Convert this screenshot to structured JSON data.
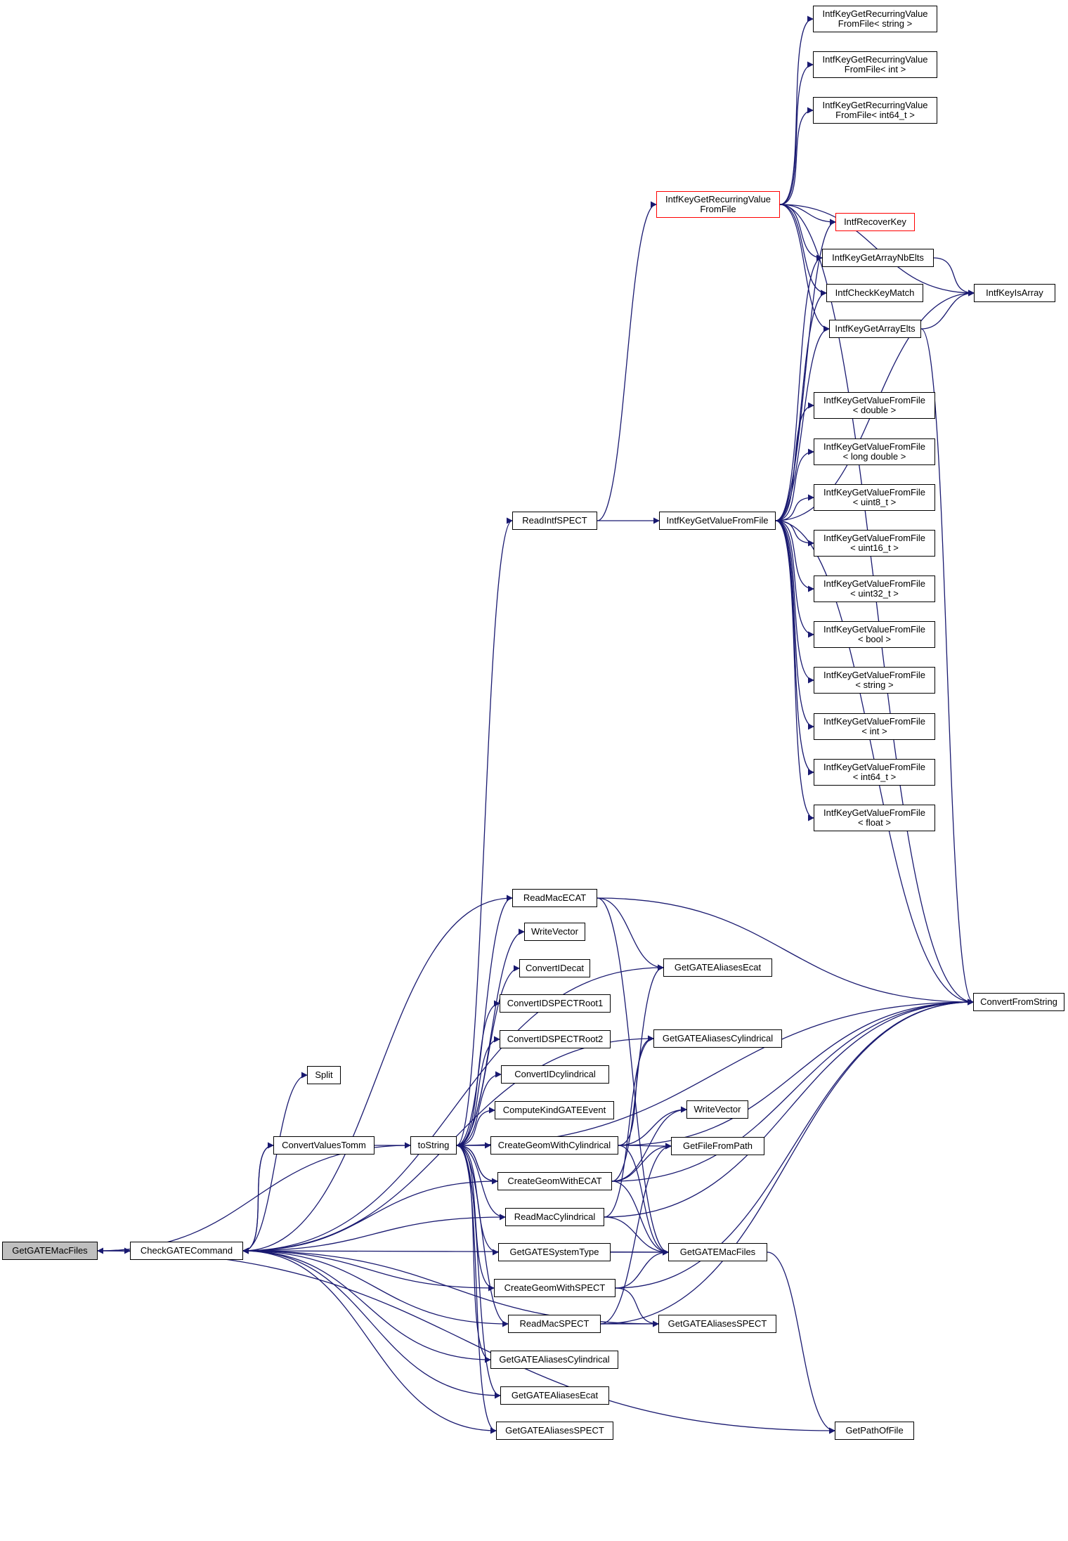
{
  "nodes": [
    {
      "id": "getgatemacfiles_root",
      "lines": [
        "GetGATEMacFiles"
      ],
      "style": "root"
    },
    {
      "id": "checkgatecommand",
      "lines": [
        "CheckGATECommand"
      ]
    },
    {
      "id": "split",
      "lines": [
        "Split"
      ]
    },
    {
      "id": "convertvaluestomm",
      "lines": [
        "ConvertValuesTomm"
      ]
    },
    {
      "id": "tostring",
      "lines": [
        "toString"
      ]
    },
    {
      "id": "readintfspect",
      "lines": [
        "ReadIntfSPECT"
      ]
    },
    {
      "id": "intfkeygetvaluefromfile",
      "lines": [
        "IntfKeyGetValueFromFile"
      ]
    },
    {
      "id": "intfkeygetrecurringvaluefromfile",
      "lines": [
        "IntfKeyGetRecurringValue",
        "FromFile"
      ],
      "style": "red"
    },
    {
      "id": "recurring_string",
      "lines": [
        "IntfKeyGetRecurringValue",
        "FromFile< string >"
      ]
    },
    {
      "id": "recurring_int",
      "lines": [
        "IntfKeyGetRecurringValue",
        "FromFile< int >"
      ]
    },
    {
      "id": "recurring_int64",
      "lines": [
        "IntfKeyGetRecurringValue",
        "FromFile< int64_t >"
      ]
    },
    {
      "id": "intfrecoverkey",
      "lines": [
        "IntfRecoverKey"
      ],
      "style": "red"
    },
    {
      "id": "intfkeygetarraynbelts",
      "lines": [
        "IntfKeyGetArrayNbElts"
      ]
    },
    {
      "id": "intfcheckkeymatch",
      "lines": [
        "IntfCheckKeyMatch"
      ]
    },
    {
      "id": "intfkeygetarrayelts",
      "lines": [
        "IntfKeyGetArrayElts"
      ]
    },
    {
      "id": "intfkeyisarray",
      "lines": [
        "IntfKeyIsArray"
      ]
    },
    {
      "id": "value_double",
      "lines": [
        "IntfKeyGetValueFromFile",
        "< double >"
      ]
    },
    {
      "id": "value_longdouble",
      "lines": [
        "IntfKeyGetValueFromFile",
        "< long double >"
      ]
    },
    {
      "id": "value_uint8",
      "lines": [
        "IntfKeyGetValueFromFile",
        "< uint8_t >"
      ]
    },
    {
      "id": "value_uint16",
      "lines": [
        "IntfKeyGetValueFromFile",
        "< uint16_t >"
      ]
    },
    {
      "id": "value_uint32",
      "lines": [
        "IntfKeyGetValueFromFile",
        "< uint32_t >"
      ]
    },
    {
      "id": "value_bool",
      "lines": [
        "IntfKeyGetValueFromFile",
        "< bool >"
      ]
    },
    {
      "id": "value_string",
      "lines": [
        "IntfKeyGetValueFromFile",
        "< string >"
      ]
    },
    {
      "id": "value_int",
      "lines": [
        "IntfKeyGetValueFromFile",
        "< int >"
      ]
    },
    {
      "id": "value_int64",
      "lines": [
        "IntfKeyGetValueFromFile",
        "< int64_t >"
      ]
    },
    {
      "id": "value_float",
      "lines": [
        "IntfKeyGetValueFromFile",
        "< float >"
      ]
    },
    {
      "id": "convertfromstring",
      "lines": [
        "ConvertFromString"
      ]
    },
    {
      "id": "readmacecat",
      "lines": [
        "ReadMacECAT"
      ]
    },
    {
      "id": "writevector_left",
      "lines": [
        "WriteVector"
      ]
    },
    {
      "id": "convertidecat",
      "lines": [
        "ConvertIDecat"
      ]
    },
    {
      "id": "convertidspectroot1",
      "lines": [
        "ConvertIDSPECTRoot1"
      ]
    },
    {
      "id": "convertidspectroot2",
      "lines": [
        "ConvertIDSPECTRoot2"
      ]
    },
    {
      "id": "convertidcylindrical",
      "lines": [
        "ConvertIDcylindrical"
      ]
    },
    {
      "id": "computekindgateevent",
      "lines": [
        "ComputeKindGATEEvent"
      ]
    },
    {
      "id": "creategeomwithcylindrical",
      "lines": [
        "CreateGeomWithCylindrical"
      ]
    },
    {
      "id": "creategeomwithecat",
      "lines": [
        "CreateGeomWithECAT"
      ]
    },
    {
      "id": "readmaccylindrical",
      "lines": [
        "ReadMacCylindrical"
      ]
    },
    {
      "id": "getgatesystemtype",
      "lines": [
        "GetGATESystemType"
      ]
    },
    {
      "id": "creategeomwithspect",
      "lines": [
        "CreateGeomWithSPECT"
      ]
    },
    {
      "id": "readmacspect",
      "lines": [
        "ReadMacSPECT"
      ]
    },
    {
      "id": "getgatealiasescylindrical_left",
      "lines": [
        "GetGATEAliasesCylindrical"
      ]
    },
    {
      "id": "getgatealiasesecat_left",
      "lines": [
        "GetGATEAliasesEcat"
      ]
    },
    {
      "id": "getgatealiasesspect_left",
      "lines": [
        "GetGATEAliasesSPECT"
      ]
    },
    {
      "id": "getgatealiasesecat_right",
      "lines": [
        "GetGATEAliasesEcat"
      ]
    },
    {
      "id": "getgatealiasescylindrical_right",
      "lines": [
        "GetGATEAliasesCylindrical"
      ]
    },
    {
      "id": "writevector_right",
      "lines": [
        "WriteVector"
      ]
    },
    {
      "id": "getfilefrompath",
      "lines": [
        "GetFileFromPath"
      ]
    },
    {
      "id": "getgatemacfiles_right",
      "lines": [
        "GetGATEMacFiles"
      ]
    },
    {
      "id": "getgatealiasesspect_right",
      "lines": [
        "GetGATEAliasesSPECT"
      ]
    },
    {
      "id": "getpathoffile",
      "lines": [
        "GetPathOfFile"
      ]
    }
  ],
  "edges": [
    [
      "getgatemacfiles_root",
      "checkgatecommand"
    ],
    [
      "getgatemacfiles_root",
      "getpathoffile"
    ],
    [
      "tostring",
      "getgatemacfiles_root"
    ],
    [
      "checkgatecommand",
      "split"
    ],
    [
      "checkgatecommand",
      "convertvaluestomm"
    ],
    [
      "convertvaluestomm",
      "tostring"
    ],
    [
      "convertvaluestomm",
      "checkgatecommand"
    ],
    [
      "tostring",
      "readintfspect"
    ],
    [
      "readintfspect",
      "intfkeygetvaluefromfile"
    ],
    [
      "readintfspect",
      "intfkeygetrecurringvaluefromfile"
    ],
    [
      "intfkeygetrecurringvaluefromfile",
      "recurring_string"
    ],
    [
      "intfkeygetrecurringvaluefromfile",
      "recurring_int"
    ],
    [
      "intfkeygetrecurringvaluefromfile",
      "recurring_int64"
    ],
    [
      "intfkeygetrecurringvaluefromfile",
      "intfrecoverkey"
    ],
    [
      "intfkeygetrecurringvaluefromfile",
      "intfkeygetarraynbelts"
    ],
    [
      "intfkeygetrecurringvaluefromfile",
      "intfcheckkeymatch"
    ],
    [
      "intfkeygetrecurringvaluefromfile",
      "intfkeygetarrayelts"
    ],
    [
      "intfkeygetrecurringvaluefromfile",
      "intfkeyisarray"
    ],
    [
      "intfkeygetrecurringvaluefromfile",
      "convertfromstring"
    ],
    [
      "intfkeygetvaluefromfile",
      "intfrecoverkey"
    ],
    [
      "intfkeygetvaluefromfile",
      "intfkeygetarraynbelts"
    ],
    [
      "intfkeygetvaluefromfile",
      "intfcheckkeymatch"
    ],
    [
      "intfkeygetvaluefromfile",
      "intfkeygetarrayelts"
    ],
    [
      "intfkeygetvaluefromfile",
      "intfkeyisarray"
    ],
    [
      "intfkeygetvaluefromfile",
      "value_double"
    ],
    [
      "intfkeygetvaluefromfile",
      "value_longdouble"
    ],
    [
      "intfkeygetvaluefromfile",
      "value_uint8"
    ],
    [
      "intfkeygetvaluefromfile",
      "value_uint16"
    ],
    [
      "intfkeygetvaluefromfile",
      "value_uint32"
    ],
    [
      "intfkeygetvaluefromfile",
      "value_bool"
    ],
    [
      "intfkeygetvaluefromfile",
      "value_string"
    ],
    [
      "intfkeygetvaluefromfile",
      "value_int"
    ],
    [
      "intfkeygetvaluefromfile",
      "value_int64"
    ],
    [
      "intfkeygetvaluefromfile",
      "value_float"
    ],
    [
      "intfkeygetvaluefromfile",
      "convertfromstring"
    ],
    [
      "intfkeygetarraynbelts",
      "intfkeyisarray"
    ],
    [
      "intfkeygetarrayelts",
      "intfkeyisarray"
    ],
    [
      "intfkeygetarrayelts",
      "convertfromstring"
    ],
    [
      "tostring",
      "readmacecat"
    ],
    [
      "tostring",
      "writevector_left"
    ],
    [
      "tostring",
      "convertidecat"
    ],
    [
      "tostring",
      "convertidspectroot1"
    ],
    [
      "tostring",
      "convertidspectroot2"
    ],
    [
      "tostring",
      "convertidcylindrical"
    ],
    [
      "tostring",
      "computekindgateevent"
    ],
    [
      "tostring",
      "creategeomwithcylindrical"
    ],
    [
      "tostring",
      "creategeomwithecat"
    ],
    [
      "tostring",
      "readmaccylindrical"
    ],
    [
      "tostring",
      "getgatesystemtype"
    ],
    [
      "tostring",
      "creategeomwithspect"
    ],
    [
      "tostring",
      "readmacspect"
    ],
    [
      "tostring",
      "getgatealiasescylindrical_left"
    ],
    [
      "tostring",
      "getgatealiasesecat_left"
    ],
    [
      "tostring",
      "getgatealiasesspect_left"
    ],
    [
      "tostring",
      "convertfromstring"
    ],
    [
      "readmacecat",
      "checkgatecommand"
    ],
    [
      "readmacecat",
      "getgatealiasesecat_right"
    ],
    [
      "readmacecat",
      "getgatemacfiles_right"
    ],
    [
      "readmacecat",
      "convertfromstring"
    ],
    [
      "creategeomwithcylindrical",
      "tostring"
    ],
    [
      "creategeomwithcylindrical",
      "getgatealiasescylindrical_right"
    ],
    [
      "creategeomwithcylindrical",
      "writevector_right"
    ],
    [
      "creategeomwithcylindrical",
      "getfilefrompath"
    ],
    [
      "creategeomwithcylindrical",
      "getgatemacfiles_right"
    ],
    [
      "creategeomwithcylindrical",
      "convertfromstring"
    ],
    [
      "creategeomwithecat",
      "tostring"
    ],
    [
      "creategeomwithecat",
      "checkgatecommand"
    ],
    [
      "creategeomwithecat",
      "getgatealiasesecat_right"
    ],
    [
      "creategeomwithecat",
      "writevector_right"
    ],
    [
      "creategeomwithecat",
      "getfilefrompath"
    ],
    [
      "creategeomwithecat",
      "getgatemacfiles_right"
    ],
    [
      "creategeomwithecat",
      "convertfromstring"
    ],
    [
      "readmaccylindrical",
      "checkgatecommand"
    ],
    [
      "readmaccylindrical",
      "getgatealiasescylindrical_right"
    ],
    [
      "readmaccylindrical",
      "getgatemacfiles_right"
    ],
    [
      "readmaccylindrical",
      "convertfromstring"
    ],
    [
      "getgatesystemtype",
      "getgatemacfiles_right"
    ],
    [
      "creategeomwithspect",
      "checkgatecommand"
    ],
    [
      "creategeomwithspect",
      "getgatemacfiles_right"
    ],
    [
      "creategeomwithspect",
      "getgatealiasesspect_right"
    ],
    [
      "creategeomwithspect",
      "convertfromstring"
    ],
    [
      "readmacspect",
      "checkgatecommand"
    ],
    [
      "readmacspect",
      "getfilefrompath"
    ],
    [
      "readmacspect",
      "getgatealiasesspect_right"
    ],
    [
      "readmacspect",
      "convertfromstring"
    ],
    [
      "getgatealiasescylindrical_left",
      "checkgatecommand"
    ],
    [
      "getgatealiasesecat_left",
      "checkgatecommand"
    ],
    [
      "getgatealiasesspect_left",
      "checkgatecommand"
    ],
    [
      "getgatealiasesecat_right",
      "checkgatecommand"
    ],
    [
      "getgatealiasescylindrical_right",
      "checkgatecommand"
    ],
    [
      "getgatealiasesspect_right",
      "checkgatecommand"
    ],
    [
      "getgatemacfiles_right",
      "checkgatecommand"
    ],
    [
      "getgatemacfiles_right",
      "getpathoffile"
    ]
  ],
  "colors": {
    "edge": "#191970",
    "node_border": "#000000",
    "red_border": "#ff0000",
    "root_fill": "#bfbfbf"
  }
}
